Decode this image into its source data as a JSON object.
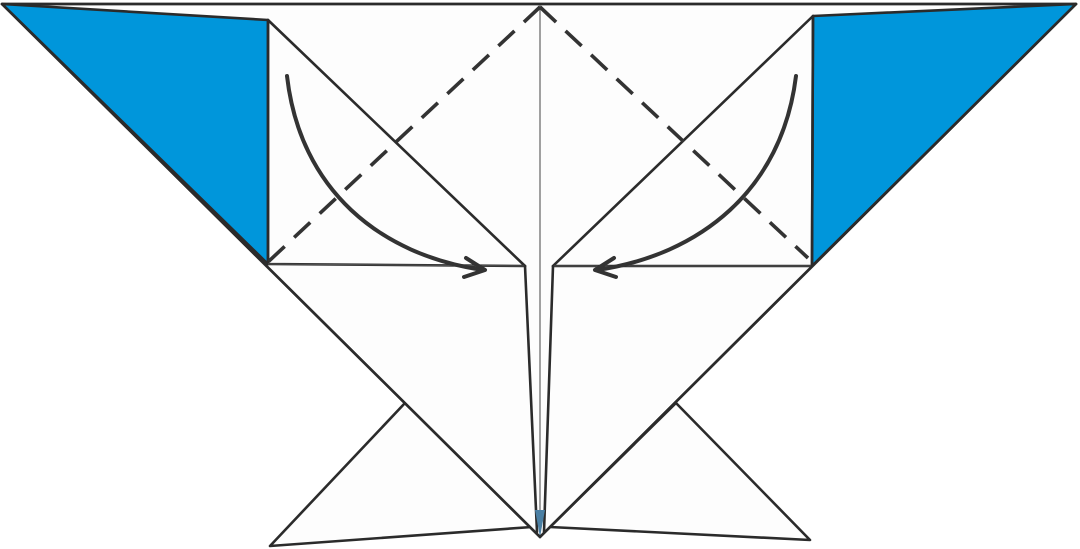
{
  "diagram": {
    "kind": "origami-fold-step",
    "instruction": "valley-fold-upper-corners-to-center",
    "fold_lines": [
      "left-valley-fold-line",
      "right-valley-fold-line"
    ],
    "arrows": [
      "left-fold-arrow",
      "right-fold-arrow"
    ],
    "colors": {
      "paper_front": "#fdfdfd",
      "paper_back": "#0096db",
      "lines": "#2b2b2b"
    }
  }
}
